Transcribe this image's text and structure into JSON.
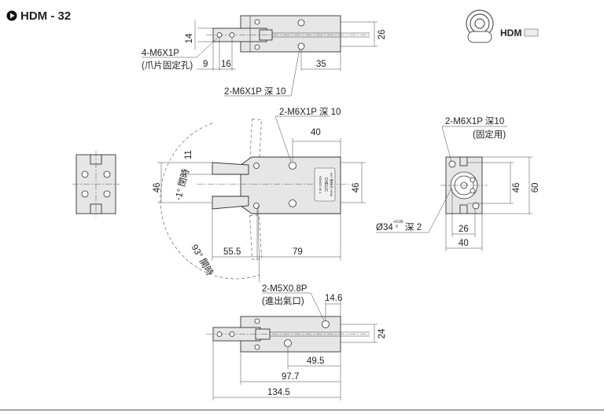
{
  "title": {
    "icon": "circle-play-icon",
    "text": "HDM - 32"
  },
  "logo": {
    "text": "HDM",
    "icon": "sensor-disc-icon"
  },
  "top_view": {
    "hole_label_1": "4-M6X1P",
    "hole_label_2": "(爪片固定孔)",
    "thread_label": "2-M6X1P 深 10",
    "dims": {
      "jaw_width": "14",
      "body_height": "26",
      "d1": "9",
      "d2": "16",
      "d3": "35"
    }
  },
  "front_view": {
    "thread_label": "2-M6X1P 深 10",
    "dims": {
      "hole_spacing": "40",
      "right_height": "46",
      "left_height": "46",
      "finger": "11",
      "finger_length": "55.5",
      "body_length": "79"
    },
    "closed_angle": "-1° 閉時",
    "open_angle": "93° 開時",
    "nameplate": [
      "CHELIC",
      "HDM32 08 1",
      "097 機械式 HDM"
    ]
  },
  "side_view": {
    "thread_label": "2-M6X1P  深10",
    "thread_sub": "(固定用)",
    "bore_label": "Ø34",
    "bore_tol_upper": "+0.05",
    "bore_tol_lower": "0",
    "bore_depth": "深 2",
    "dims": {
      "inner_height": "46",
      "outer_height": "60",
      "inner_width": "26",
      "outer_width": "40"
    }
  },
  "bottom_view": {
    "port_label": "2-M5X0.8P",
    "port_sub": "(進出氣口)",
    "dims": {
      "port_offset": "14.6",
      "port_height": "24",
      "d1": "49.5",
      "d2": "97.7",
      "overall": "134.5"
    }
  }
}
